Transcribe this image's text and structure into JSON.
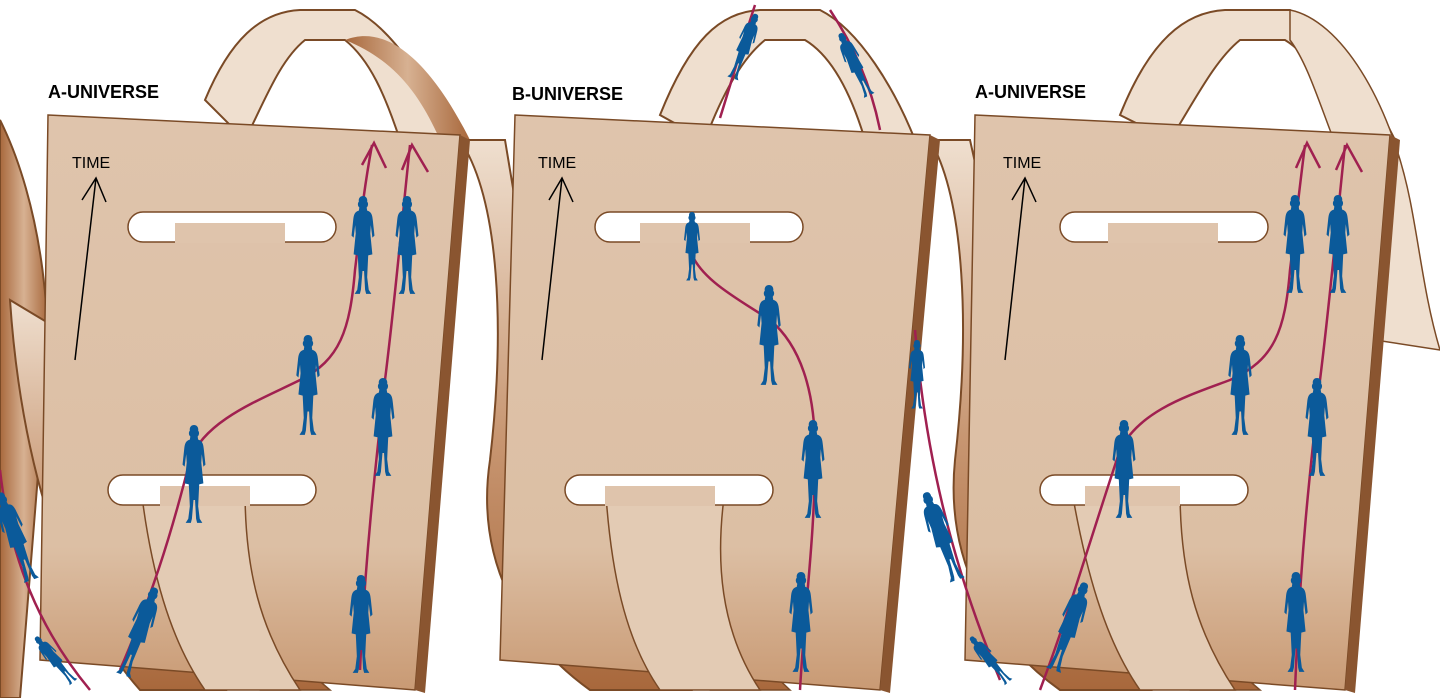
{
  "panels": [
    {
      "universe_label": "A-UNIVERSE",
      "time_label": "TIME"
    },
    {
      "universe_label": "B-UNIVERSE",
      "time_label": "TIME"
    },
    {
      "universe_label": "A-UNIVERSE",
      "time_label": "TIME"
    }
  ],
  "colors": {
    "sheet_front": "#dfc4ac",
    "sheet_light": "#efdfcf",
    "ribbon_dark": "#a8683c",
    "ribbon_mid": "#c79570",
    "edge": "#7a4a26",
    "worldline": "#a02050",
    "figure": "#0b5a9a"
  },
  "icons": [
    "person-figure-icon",
    "worldline-arrow-icon",
    "time-arrow-icon",
    "slot-hole-icon"
  ]
}
